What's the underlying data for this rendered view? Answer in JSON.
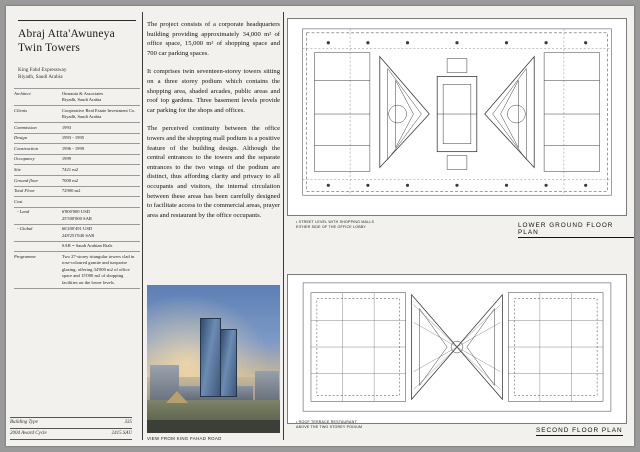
{
  "document": {
    "project_title_line1": "Abraj Atta'Awuneya",
    "project_title_line2": "Twin Towers",
    "address_line1": "King Fahd Expressway",
    "address_line2": "Riyadh, Saudi Arabia"
  },
  "facts": [
    {
      "key": "Architect",
      "value": "Omrania & Associates\nRiyadh, Saudi Arabia",
      "sub": false
    },
    {
      "key": "Clients",
      "value": "Cooperative Real Estate Investment Co.\nRiyadh, Saudi Arabia",
      "sub": false
    },
    {
      "key": "Commission",
      "value": "1993",
      "sub": false
    },
    {
      "key": "Design",
      "value": "1993 - 1995",
      "sub": false
    },
    {
      "key": "Construction",
      "value": "1996 - 1999",
      "sub": false
    },
    {
      "key": "Occupancy",
      "value": "1999",
      "sub": false
    },
    {
      "key": "Site",
      "value": "7421 m2",
      "sub": false
    },
    {
      "key": "Ground floor",
      "value": "7000 m2",
      "sub": false
    },
    {
      "key": "Total Floor",
      "value": "72900 m2",
      "sub": false
    },
    {
      "key": "Cost",
      "value": "",
      "sub": false
    },
    {
      "key": "- Land",
      "value": "6'800'000  USD\n25'500'000 SAR",
      "sub": true
    },
    {
      "key": "- Global",
      "value": "66'200'491  USD\n248'251'840 SAR",
      "sub": true
    },
    {
      "key": "",
      "value": "SAR = Saudi Arabian Rials",
      "sub": false
    },
    {
      "key": "Programme",
      "value": "Two 27-storey triangular towers clad in rose-coloured granite and turquoise glazing, offering 34'000 m2 of office space and 15'000 m2 of shopping facilities on the lower levels.",
      "sub": false
    }
  ],
  "body": {
    "paragraphs": [
      "The project consists of a corporate headquarters building providing approximately 34,000 m² of office space, 15,000 m² of shopping space and 700 car parking spaces.",
      "It comprises twin seventeen-storey towers sitting on a three storey podium which contains the shopping area, shaded arcades, public areas and roof top gardens.  Three basement levels provide car parking for the shops and offices.",
      "The perceived continuity between the office towers and the shopping mall podium is a positive feature of the building design.  Although the central entrances to the towers and the separate entrances to the two wings of the podium are distinct,  thus affording clarity and privacy to all occupants and visitors,  the internal circulation between these areas has been carefully designed to facilitate access to the commercial areas, prayer area and restaurant by the office occupants."
    ]
  },
  "photo": {
    "caption": "VIEW FROM KING FAHAD ROAD"
  },
  "plans": [
    {
      "name": "lower-ground-floor-plan",
      "title": "LOWER GROUND FLOOR PLAN",
      "note_line1": "• STREET LEVEL WITH SHOPPING MALLS",
      "note_line2": "   EITHER SIDE OF THE OFFICE LOBBY"
    },
    {
      "name": "second-floor-plan",
      "title": "SECOND FLOOR PLAN",
      "note_line1": "• ROOF TERRACE RESTAURANT",
      "note_line2": "   ABOVE THE TWO STOREY PODIUM"
    }
  ],
  "footer": {
    "building_type_label": "Building Type",
    "building_type_value": "335",
    "award_cycle_label": "2004  Award Cycle",
    "award_cycle_value": "2415.SAU"
  },
  "colors": {
    "page": "#f2f1ed",
    "rule": "#3a3a3a",
    "ink": "#111111",
    "plan_bg": "#ffffff"
  }
}
